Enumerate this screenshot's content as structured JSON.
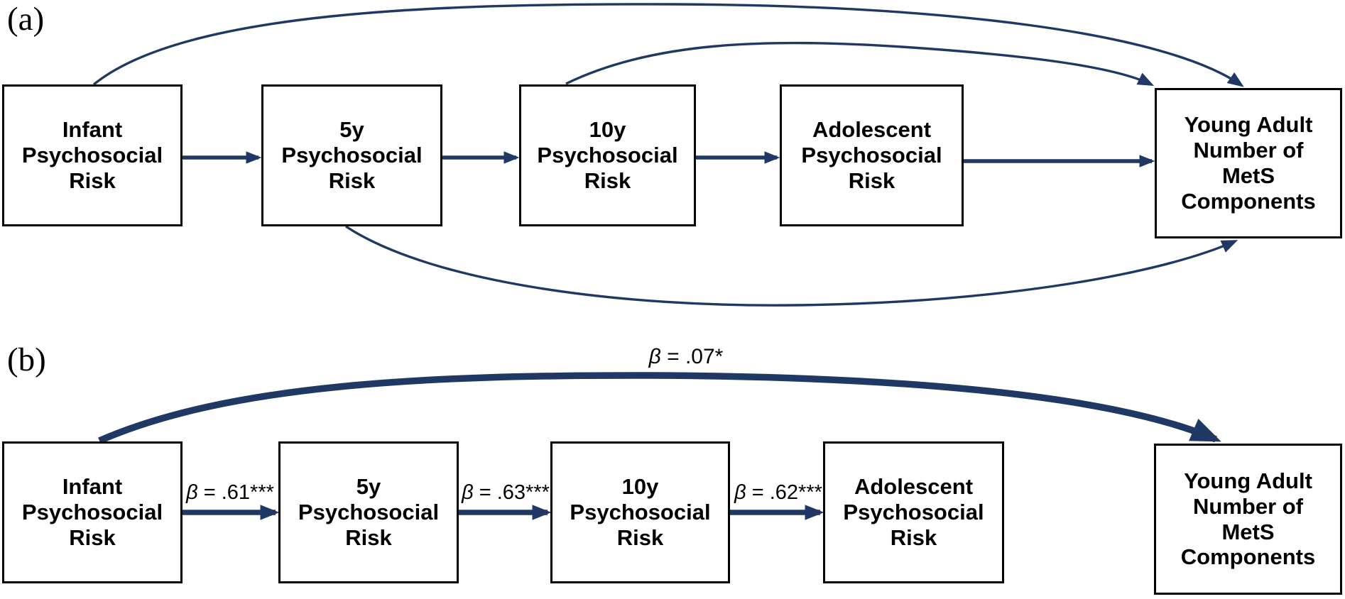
{
  "figure": {
    "accent_color": "#1F3864",
    "box_border_color": "#000000",
    "panel_a": {
      "label": "(a)",
      "boxes": {
        "infant": "Infant\nPsychosocial\nRisk",
        "y5": "5y\nPsychosocial\nRisk",
        "y10": "10y\nPsychosocial\nRisk",
        "adolescent": "Adolescent\nPsychosocial\nRisk",
        "young_adult": "Young Adult\nNumber of\nMetS\nComponents"
      },
      "edges": [
        {
          "from": "infant",
          "to": "y5",
          "style": "straight"
        },
        {
          "from": "y5",
          "to": "y10",
          "style": "straight"
        },
        {
          "from": "y10",
          "to": "adolescent",
          "style": "straight"
        },
        {
          "from": "adolescent",
          "to": "young_adult",
          "style": "straight"
        },
        {
          "from": "infant",
          "to": "young_adult",
          "style": "curved-top"
        },
        {
          "from": "y10",
          "to": "young_adult",
          "style": "curved-top"
        },
        {
          "from": "y5",
          "to": "young_adult",
          "style": "curved-bottom"
        }
      ]
    },
    "panel_b": {
      "label": "(b)",
      "boxes": {
        "infant": "Infant\nPsychosocial\nRisk",
        "y5": "5y\nPsychosocial\nRisk",
        "y10": "10y\nPsychosocial\nRisk",
        "adolescent": "Adolescent\nPsychosocial\nRisk",
        "young_adult": "Young Adult\nNumber of\nMetS\nComponents"
      },
      "edges": [
        {
          "from": "infant",
          "to": "y5",
          "style": "straight",
          "symbol": "β",
          "label": " = .61***"
        },
        {
          "from": "y5",
          "to": "y10",
          "style": "straight",
          "symbol": "β",
          "label": " = .63***"
        },
        {
          "from": "y10",
          "to": "adolescent",
          "style": "straight",
          "symbol": "β",
          "label": " = .62***"
        },
        {
          "from": "infant",
          "to": "young_adult",
          "style": "curved-top",
          "symbol": "β",
          "label": " = .07*"
        }
      ]
    }
  }
}
